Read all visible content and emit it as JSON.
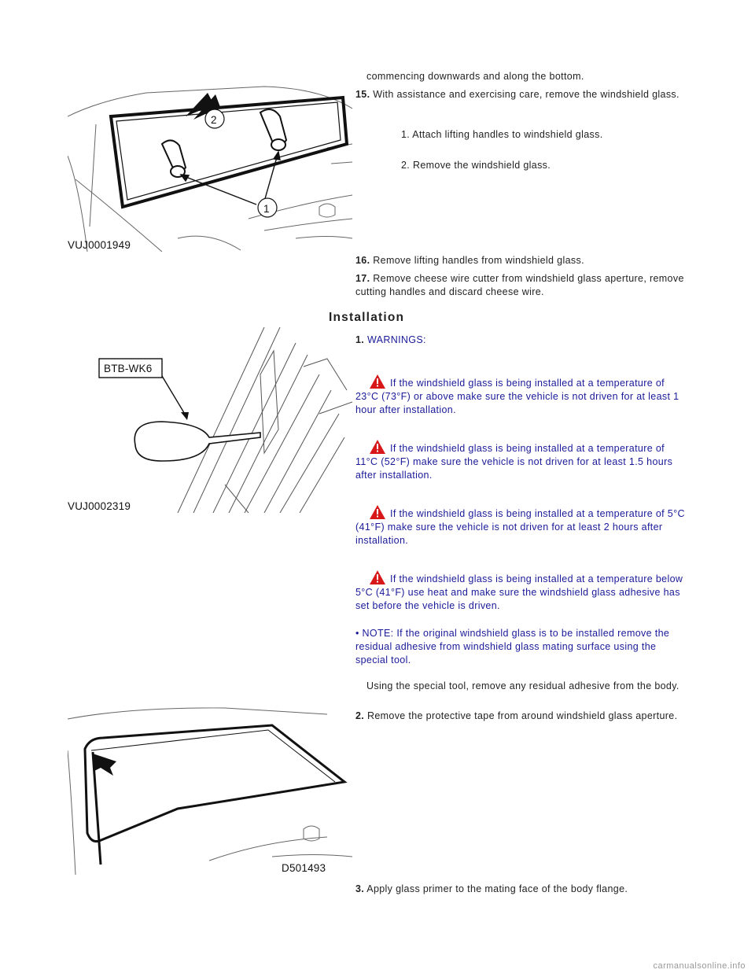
{
  "removal_continued": {
    "intro_line": "commencing downwards and along the bottom.",
    "step15": {
      "num": "15.",
      "text": "With assistance and exercising care, remove the windshield glass."
    },
    "step15_sub1": "1. Attach lifting handles to windshield glass.",
    "step15_sub2": "2. Remove the windshield glass.",
    "step16": {
      "num": "16.",
      "text": "Remove lifting handles from windshield glass."
    },
    "step17": {
      "num": "17.",
      "text": "Remove cheese wire cutter from windshield glass aperture, remove cutting handles and discard cheese wire."
    }
  },
  "installation": {
    "heading": "Installation",
    "step1": {
      "num": "1.",
      "label": "WARNINGS:"
    },
    "warnings": [
      "If the windshield glass is being installed at a temperature of 23°C (73°F) or above make sure the vehicle is not driven for at least 1 hour after installation.",
      "If the windshield glass is being installed at a temperature of 11°C (52°F) make sure the vehicle is not driven for at least 1.5 hours after installation.",
      "If the windshield glass is being installed at a temperature of 5°C (41°F) make sure the vehicle is not driven for at least 2 hours after installation.",
      "If the windshield glass is being installed at a temperature below 5°C (41°F) use heat and make sure the windshield glass adhesive has set before the vehicle is driven."
    ],
    "note": "• NOTE: If the original windshield glass is to be installed remove the residual adhesive from windshield glass mating surface using the special tool.",
    "step1_text": "Using the special tool, remove any residual adhesive from the body.",
    "step2": {
      "num": "2.",
      "text": "Remove the protective tape from around windshield glass aperture."
    },
    "step3": {
      "num": "3.",
      "text": "Apply glass primer to the mating face of the body flange."
    }
  },
  "figures": {
    "fig1": {
      "id": "VUJ0001949",
      "callout1": "1",
      "callout2": "2"
    },
    "fig2": {
      "id": "VUJ0002319",
      "tool": "BTB-WK6"
    },
    "fig3": {
      "id": "D501493"
    }
  },
  "footer": "carmanualsonline.info",
  "colors": {
    "warning_text": "#1a1a99",
    "warning_icon": "#d81818"
  }
}
